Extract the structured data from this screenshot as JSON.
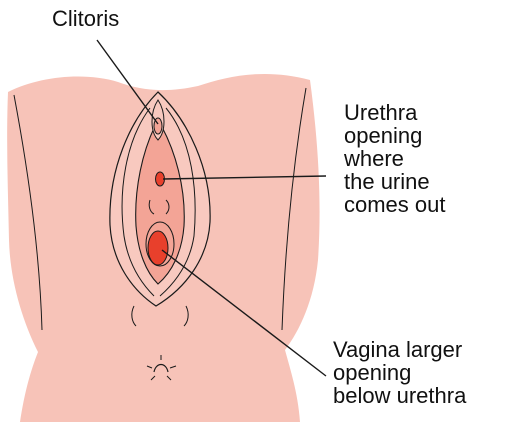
{
  "labels": {
    "clitoris": "Clitoris",
    "urethra": "Urethra\nopening\nwhere\nthe urine\ncomes out",
    "vagina": "Vagina larger\nopening\nbelow urethra"
  },
  "colors": {
    "skin": "#f7c3b8",
    "inner_tissue": "#f3a496",
    "opening": "#e8402c",
    "outline": "#1a1a1a"
  }
}
